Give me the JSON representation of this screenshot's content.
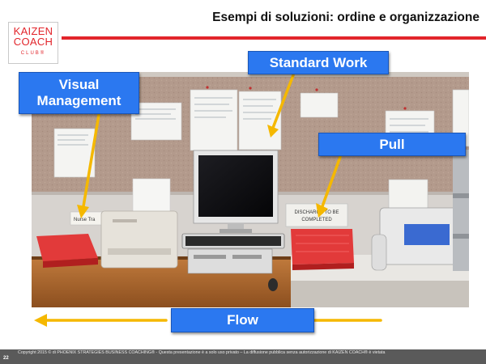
{
  "logo": {
    "line1": "KAIZEN",
    "line2": "COACH",
    "line3": "CLUB®"
  },
  "slide": {
    "title": "Esempi di soluzioni: ordine e organizzazione",
    "page_number": "22"
  },
  "callouts": {
    "visual_management": "Visual Management",
    "standard_work": "Standard Work",
    "pull": "Pull",
    "flow": "Flow"
  },
  "photo_labels": {
    "nurse_tray": "Nurse Tra",
    "discharge_sign_line1": "DISCHARGE TO BE",
    "discharge_sign_line2": "COMPLETED"
  },
  "footer": {
    "copyright": "Copyright 2015 © di PHOENIX STRATEGIES BUSINESS COACHING® - Questa presentazione è a solo uso privato – La diffusione pubblica senza autorizzazione di KAIZEN COACH® è vietata"
  },
  "colors": {
    "brand_red": "#e2252b",
    "callout_blue": "#2b78f0",
    "arrow_yellow": "#f5b800",
    "footer_gray": "#5a5a5a"
  }
}
